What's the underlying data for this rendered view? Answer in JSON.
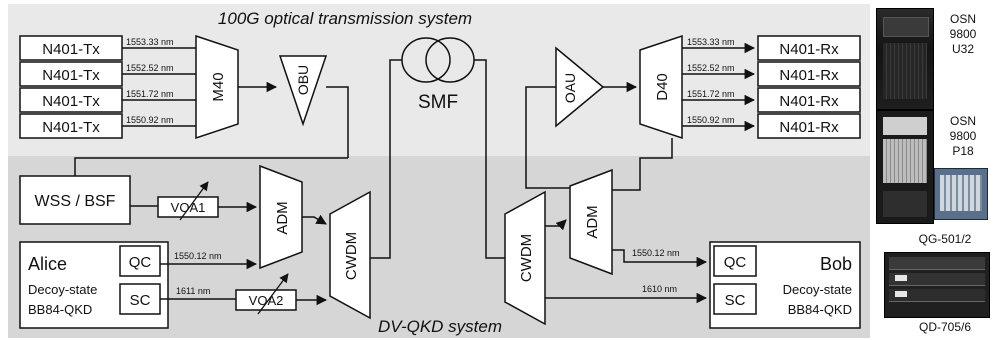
{
  "top_system_title": "100G optical transmission system",
  "bottom_system_title": "DV-QKD system",
  "transmitters": [
    {
      "label": "N401-Tx",
      "wavelength": "1553.33 nm"
    },
    {
      "label": "N401-Tx",
      "wavelength": "1552.52 nm"
    },
    {
      "label": "N401-Tx",
      "wavelength": "1551.72 nm"
    },
    {
      "label": "N401-Tx",
      "wavelength": "1550.92 nm"
    }
  ],
  "receivers": [
    {
      "label": "N401-Rx",
      "wavelength": "1553.33 nm"
    },
    {
      "label": "N401-Rx",
      "wavelength": "1552.52 nm"
    },
    {
      "label": "N401-Rx",
      "wavelength": "1551.72 nm"
    },
    {
      "label": "N401-Rx",
      "wavelength": "1550.92 nm"
    }
  ],
  "blocks": {
    "mux": "M40",
    "booster": "OBU",
    "fiber": "SMF",
    "preamp": "OAU",
    "demux": "D40",
    "wss": "WSS / BSF",
    "voa1": "VOA1",
    "voa2": "VOA2",
    "adm_tx": "ADM",
    "adm_rx": "ADM",
    "cwdm_tx": "CWDM",
    "cwdm_rx": "CWDM"
  },
  "alice": {
    "name": "Alice",
    "protocol_line1": "Decoy-state",
    "protocol_line2": "BB84-QKD",
    "qc": "QC",
    "sc": "SC",
    "qc_wavelength": "1550.12 nm",
    "sc_wavelength": "1611 nm"
  },
  "bob": {
    "name": "Bob",
    "protocol_line1": "Decoy-state",
    "protocol_line2": "BB84-QKD",
    "qc": "QC",
    "sc": "SC",
    "qc_wavelength": "1550.12 nm",
    "sc_wavelength": "1610 nm"
  },
  "equipment": {
    "osn_u32": [
      "OSN",
      "9800",
      "U32"
    ],
    "osn_p18": [
      "OSN",
      "9800",
      "P18"
    ],
    "qg": "QG-501/2",
    "qd": "QD-705/6"
  },
  "colors": {
    "top_panel": "#e9e9e9",
    "bottom_panel": "#d6d6d6",
    "line": "#111111",
    "box_fill": "#ffffff",
    "rack": "#1c1c1c"
  }
}
